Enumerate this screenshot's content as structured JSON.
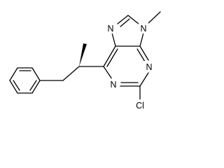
{
  "molecule": {
    "atoms": [
      {
        "id": "N7",
        "label": "N"
      },
      {
        "id": "N9",
        "label": "N"
      },
      {
        "id": "N3",
        "label": "N"
      },
      {
        "id": "N1",
        "label": "N"
      },
      {
        "id": "Cl",
        "label": "Cl"
      }
    ]
  }
}
